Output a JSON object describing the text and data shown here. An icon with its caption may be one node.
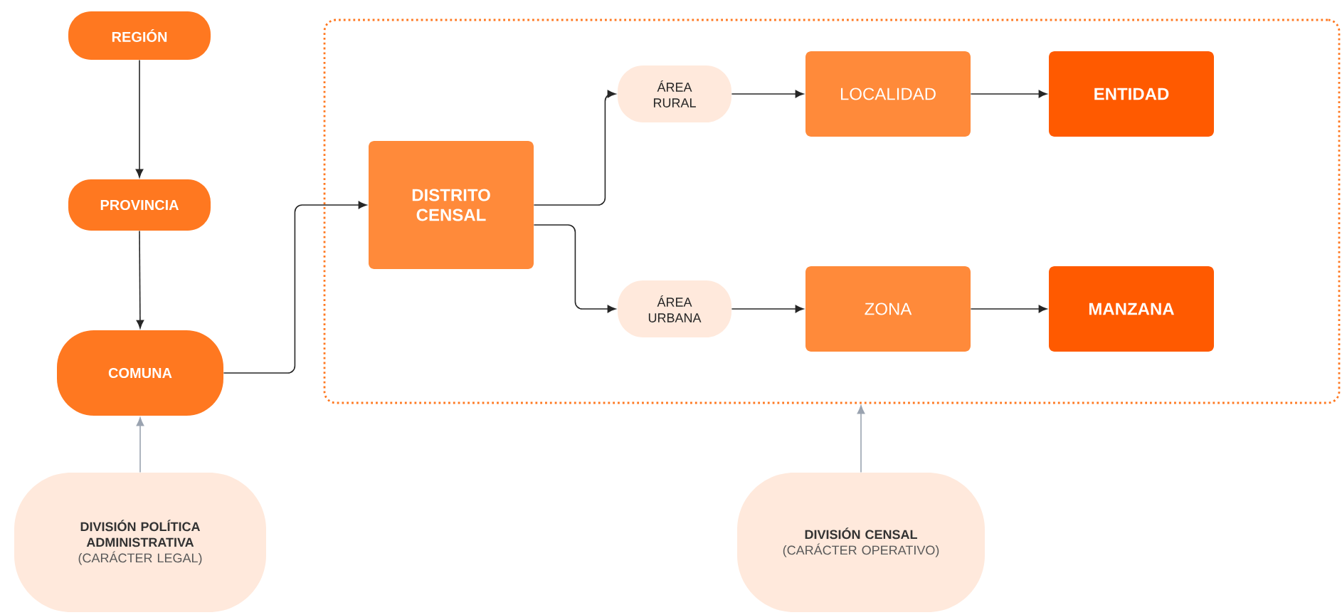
{
  "diagram": {
    "nodes": [
      {
        "text": [
          "REGIÓN"
        ]
      },
      {
        "text": [
          "PROVINCIA"
        ]
      },
      {
        "text": [
          "COMUNA"
        ]
      },
      {
        "text": [],
        "shape": "box"
      },
      {
        "text": [
          "DISTRITO CENSAL"
        ],
        "in": 3
      },
      {
        "text": [
          "ÁREA RURAL"
        ],
        "in": 3
      },
      {
        "text": [
          "ÁREA URBANA"
        ],
        "in": 3
      },
      {
        "text": [
          "LOCALIDAD"
        ],
        "in": 3
      },
      {
        "text": [
          "ENTIDAD"
        ],
        "in": 3
      },
      {
        "text": [
          "ZONA"
        ],
        "in": 3
      },
      {
        "text": [
          "MANZANA"
        ],
        "in": 3
      },
      {
        "text": [
          "DIVISIÓN POLÍTICA ADMINISTRATIVA",
          "(CARÁCTER LEGAL)"
        ]
      },
      {
        "text": [
          "DIVISIÓN CENSAL",
          "(CARÁCTER OPERATIVO)"
        ]
      }
    ],
    "edges": [
      {
        "from": 0,
        "to": 1,
        "arrow": "to"
      },
      {
        "from": 1,
        "to": 2,
        "arrow": "to"
      },
      {
        "from": 2,
        "to": 4,
        "arrow": "to"
      },
      {
        "from": 4,
        "to": 5,
        "arrow": "to"
      },
      {
        "from": 4,
        "to": 6,
        "arrow": "to"
      },
      {
        "from": 5,
        "to": 7,
        "arrow": "to"
      },
      {
        "from": 7,
        "to": 8,
        "arrow": "to"
      },
      {
        "from": 6,
        "to": 9,
        "arrow": "to"
      },
      {
        "from": 9,
        "to": 10,
        "arrow": "to"
      },
      {
        "from": 11,
        "to": 2,
        "arrow": "to",
        "color": "#9aa3b0"
      },
      {
        "from": 12,
        "to": 3,
        "arrow": "to",
        "color": "#9aa3b0"
      }
    ]
  }
}
